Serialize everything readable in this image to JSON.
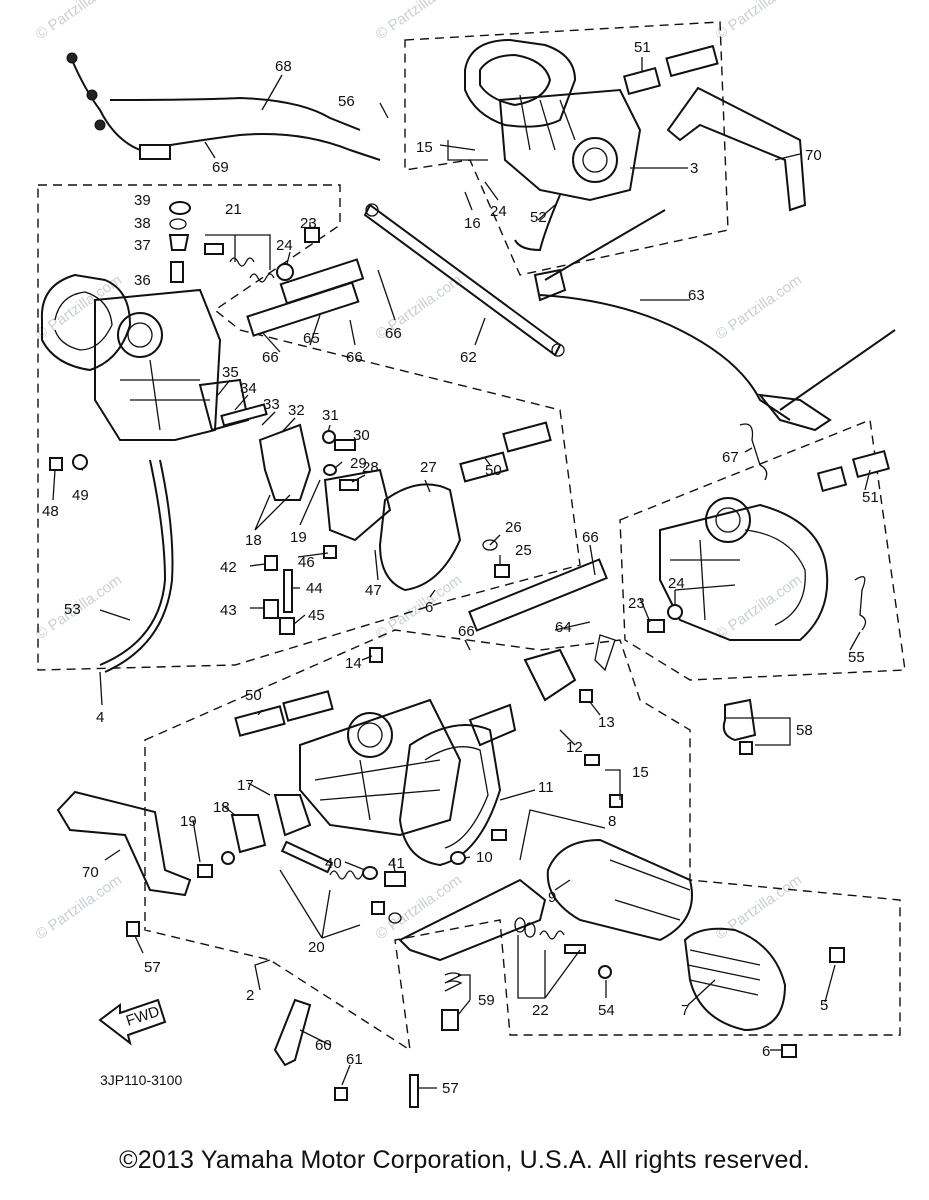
{
  "diagram": {
    "part_number_code": "3JP110-3100",
    "fwd_arrow_label": "FWD",
    "watermark_text": "© Partzilla.com",
    "copyright": "©2013 Yamaha Motor Corporation, U.S.A. All rights reserved.",
    "callouts": [
      {
        "id": "c51a",
        "text": "51"
      },
      {
        "id": "c68",
        "text": "68"
      },
      {
        "id": "c56",
        "text": "56"
      },
      {
        "id": "c15a",
        "text": "15"
      },
      {
        "id": "c3",
        "text": "3"
      },
      {
        "id": "c70a",
        "text": "70"
      },
      {
        "id": "c69",
        "text": "69"
      },
      {
        "id": "c39",
        "text": "39"
      },
      {
        "id": "c38",
        "text": "38"
      },
      {
        "id": "c37",
        "text": "37"
      },
      {
        "id": "c36",
        "text": "36"
      },
      {
        "id": "c21",
        "text": "21"
      },
      {
        "id": "c23a",
        "text": "23"
      },
      {
        "id": "c24a",
        "text": "24"
      },
      {
        "id": "c16",
        "text": "16"
      },
      {
        "id": "c24b",
        "text": "24"
      },
      {
        "id": "c52",
        "text": "52"
      },
      {
        "id": "c66a",
        "text": "66"
      },
      {
        "id": "c65",
        "text": "65"
      },
      {
        "id": "c66b",
        "text": "66"
      },
      {
        "id": "c66c",
        "text": "66"
      },
      {
        "id": "c62",
        "text": "62"
      },
      {
        "id": "c63",
        "text": "63"
      },
      {
        "id": "c35",
        "text": "35"
      },
      {
        "id": "c34",
        "text": "34"
      },
      {
        "id": "c33",
        "text": "33"
      },
      {
        "id": "c32",
        "text": "32"
      },
      {
        "id": "c31",
        "text": "31"
      },
      {
        "id": "c30",
        "text": "30"
      },
      {
        "id": "c29",
        "text": "29"
      },
      {
        "id": "c28",
        "text": "28"
      },
      {
        "id": "c27",
        "text": "27"
      },
      {
        "id": "c50a",
        "text": "50"
      },
      {
        "id": "c67",
        "text": "67"
      },
      {
        "id": "c51b",
        "text": "51"
      },
      {
        "id": "c48",
        "text": "48"
      },
      {
        "id": "c49",
        "text": "49"
      },
      {
        "id": "c18a",
        "text": "18"
      },
      {
        "id": "c19a",
        "text": "19"
      },
      {
        "id": "c26",
        "text": "26"
      },
      {
        "id": "c25",
        "text": "25"
      },
      {
        "id": "c66d",
        "text": "66"
      },
      {
        "id": "c42",
        "text": "42"
      },
      {
        "id": "c46",
        "text": "46"
      },
      {
        "id": "c44",
        "text": "44"
      },
      {
        "id": "c47",
        "text": "47"
      },
      {
        "id": "c24c",
        "text": "24"
      },
      {
        "id": "c23b",
        "text": "23"
      },
      {
        "id": "c6a",
        "text": "6"
      },
      {
        "id": "c43",
        "text": "43"
      },
      {
        "id": "c45",
        "text": "45"
      },
      {
        "id": "c53",
        "text": "53"
      },
      {
        "id": "c66e",
        "text": "66"
      },
      {
        "id": "c64",
        "text": "64"
      },
      {
        "id": "c55",
        "text": "55"
      },
      {
        "id": "c4",
        "text": "4"
      },
      {
        "id": "c14",
        "text": "14"
      },
      {
        "id": "c50b",
        "text": "50"
      },
      {
        "id": "c13",
        "text": "13"
      },
      {
        "id": "c58",
        "text": "58"
      },
      {
        "id": "c12",
        "text": "12"
      },
      {
        "id": "c15b",
        "text": "15"
      },
      {
        "id": "c17",
        "text": "17"
      },
      {
        "id": "c11",
        "text": "11"
      },
      {
        "id": "c8",
        "text": "8"
      },
      {
        "id": "c18b",
        "text": "18"
      },
      {
        "id": "c19b",
        "text": "19"
      },
      {
        "id": "c70b",
        "text": "70"
      },
      {
        "id": "c40",
        "text": "40"
      },
      {
        "id": "c41",
        "text": "41"
      },
      {
        "id": "c10",
        "text": "10"
      },
      {
        "id": "c9",
        "text": "9"
      },
      {
        "id": "c20",
        "text": "20"
      },
      {
        "id": "c57a",
        "text": "57"
      },
      {
        "id": "c2",
        "text": "2"
      },
      {
        "id": "c59",
        "text": "59"
      },
      {
        "id": "c22",
        "text": "22"
      },
      {
        "id": "c54",
        "text": "54"
      },
      {
        "id": "c7",
        "text": "7"
      },
      {
        "id": "c5",
        "text": "5"
      },
      {
        "id": "c60",
        "text": "60"
      },
      {
        "id": "c61",
        "text": "61"
      },
      {
        "id": "c6b",
        "text": "6"
      },
      {
        "id": "c57b",
        "text": "57"
      }
    ]
  }
}
